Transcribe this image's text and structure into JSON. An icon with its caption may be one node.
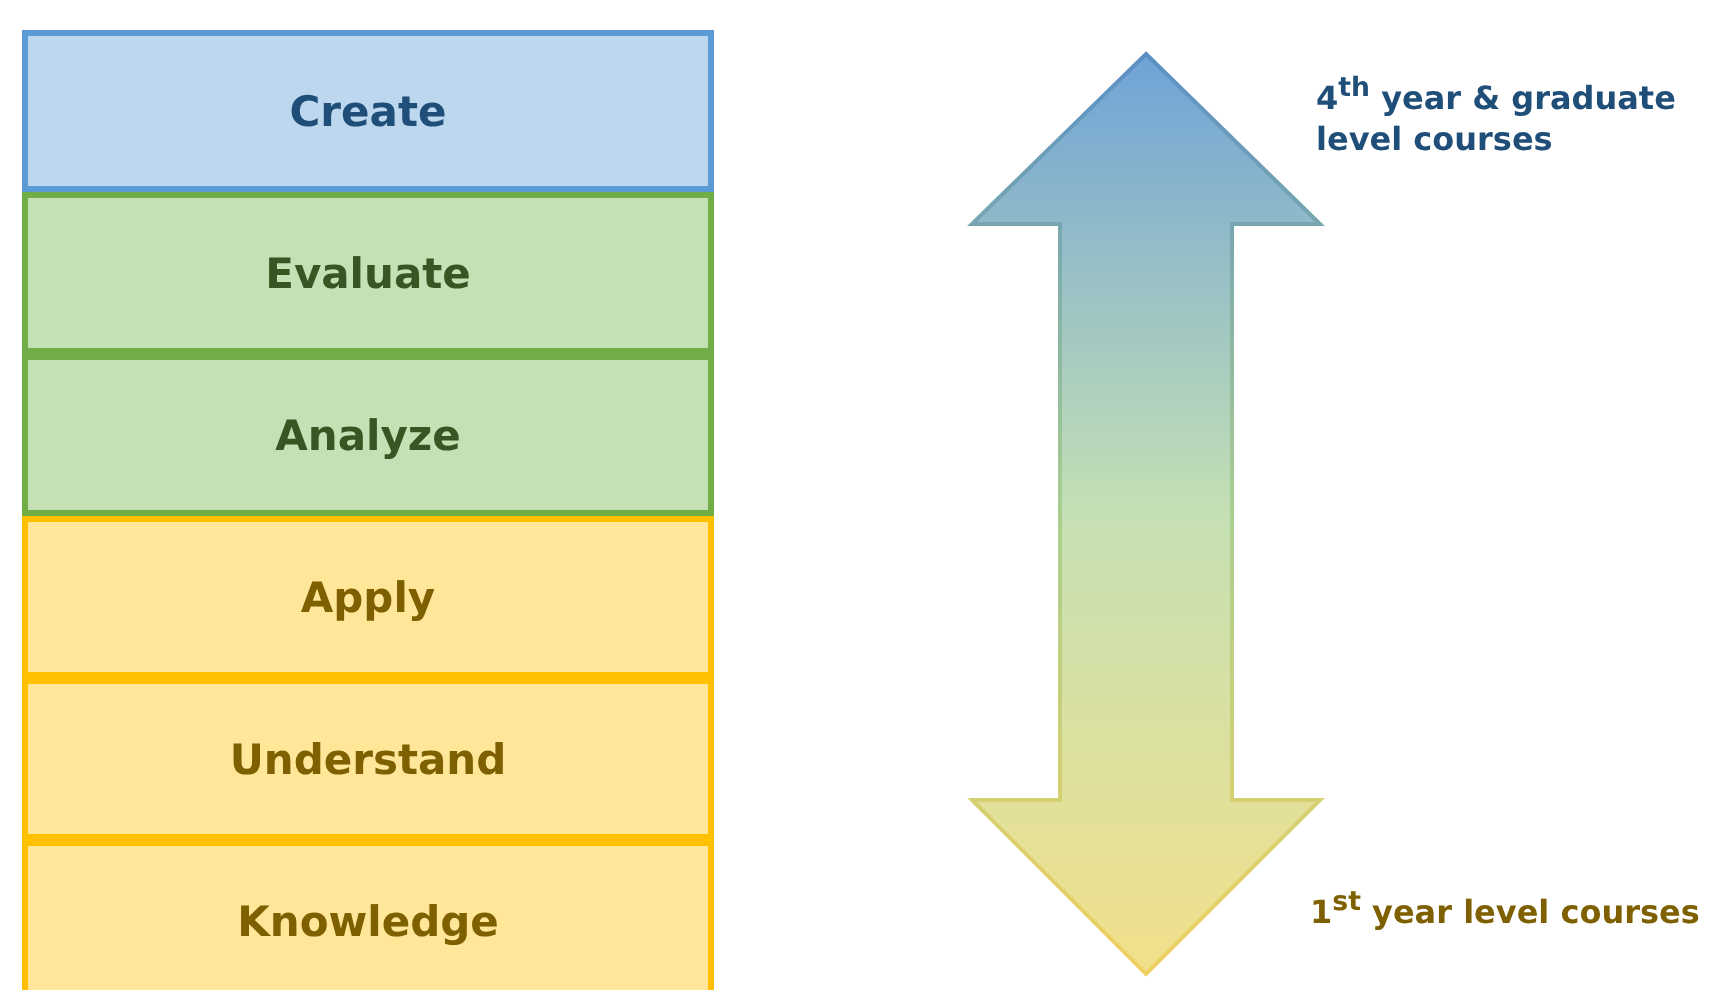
{
  "diagram": {
    "nodes": [
      {
        "text": [
          "Create"
        ]
      },
      {
        "text": [
          "Evaluate"
        ]
      },
      {
        "text": [
          "Analyze"
        ]
      },
      {
        "text": [
          "Apply"
        ]
      },
      {
        "text": [
          "Understand"
        ]
      },
      {
        "text": [
          "Knowledge"
        ]
      }
    ],
    "labels": [
      "4$^{th}$ year & graduate level courses",
      "1$^{st}$ year level courses"
    ]
  }
}
